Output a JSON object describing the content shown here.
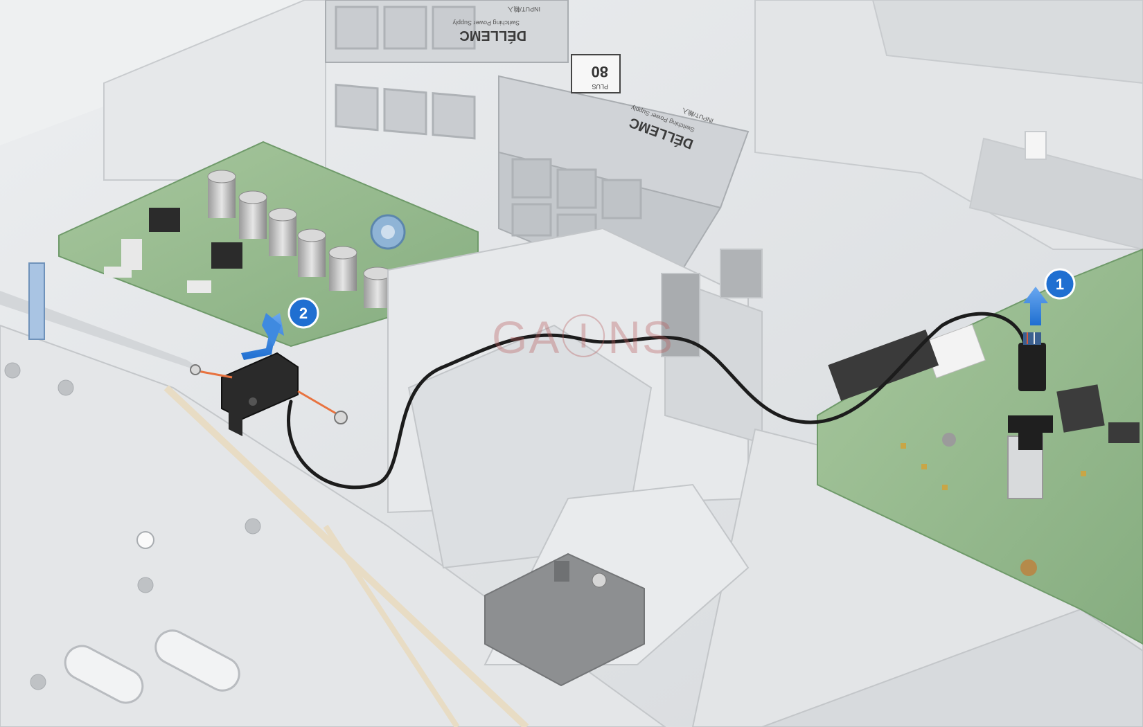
{
  "steps": [
    {
      "number": "1",
      "color": "#1f6fd1"
    },
    {
      "number": "2",
      "color": "#1f6fd1"
    }
  ],
  "psu_units": [
    {
      "brand": "DÉLLEMC",
      "subtitle": "Switching Power Supply",
      "input_label": "INPUT/輸入"
    },
    {
      "brand": "DÉLLEMC",
      "subtitle": "Switching Power Supply",
      "input_label": "INPUT/輸入"
    }
  ],
  "psu_badge": {
    "top": "80",
    "bottom": "PLUS"
  },
  "watermark": "GAⒾNS",
  "colors": {
    "accent_blue": "#1f6fd1",
    "board_green": "#8fb98a",
    "chassis_grey": "#dfe1e3",
    "cable_black": "#1c1c1c"
  }
}
